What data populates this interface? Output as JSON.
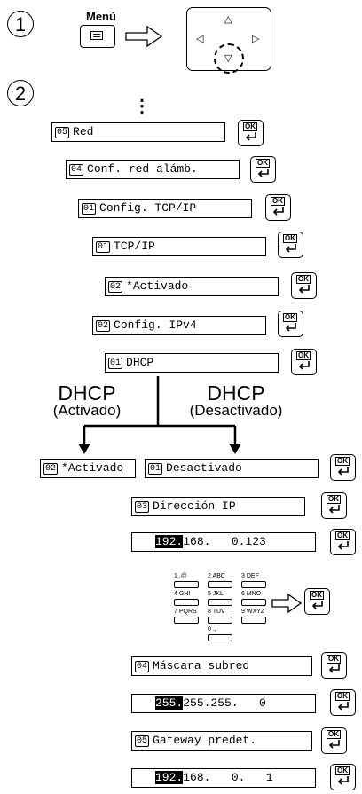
{
  "step1": {
    "number": "1",
    "menu_label": "Menú",
    "menu_icon": "list-icon",
    "arrow_icon": "hollow-right-arrow",
    "dpad_icons": [
      "up-arrow-icon",
      "left-arrow-icon",
      "right-arrow-icon",
      "down-arrow-icon"
    ]
  },
  "step2": {
    "number": "2",
    "ellipsis": "⋮"
  },
  "rows": [
    {
      "idx": "05",
      "text": "Red"
    },
    {
      "idx": "04",
      "text": "Conf. red alámb."
    },
    {
      "idx": "01",
      "text": "Config. TCP/IP"
    },
    {
      "idx": "01",
      "text": "TCP/IP"
    },
    {
      "idx": "02",
      "text": "*Activado"
    },
    {
      "idx": "02",
      "text": "Config. IPv4"
    },
    {
      "idx": "01",
      "text": "DHCP"
    }
  ],
  "branch_left": {
    "title": "DHCP",
    "sub": "(Activado)"
  },
  "branch_right": {
    "title": "DHCP",
    "sub": "(Desactivado)"
  },
  "left_result": {
    "idx": "02",
    "text": "*Activado"
  },
  "right_rows": [
    {
      "idx": "01",
      "text": "Desactivado"
    },
    {
      "idx": "03",
      "text": "Dirección IP"
    },
    {
      "highlight": "192.",
      "rest": "168.   0.123"
    },
    {
      "idx": "04",
      "text": "Máscara subred"
    },
    {
      "highlight": "255.",
      "rest": "255.255.   0"
    },
    {
      "idx": "05",
      "text": "Gateway predet."
    },
    {
      "highlight": "192.",
      "rest": "168.   0.   1"
    }
  ],
  "ok_label": "OK",
  "keypad": [
    "1 .@",
    "2 ABC",
    "3 DEF",
    "4 GHI",
    "5 JKL",
    "6 MNO",
    "7 PQRS",
    "8 TUV",
    "9 WXYZ",
    "0 .,"
  ]
}
